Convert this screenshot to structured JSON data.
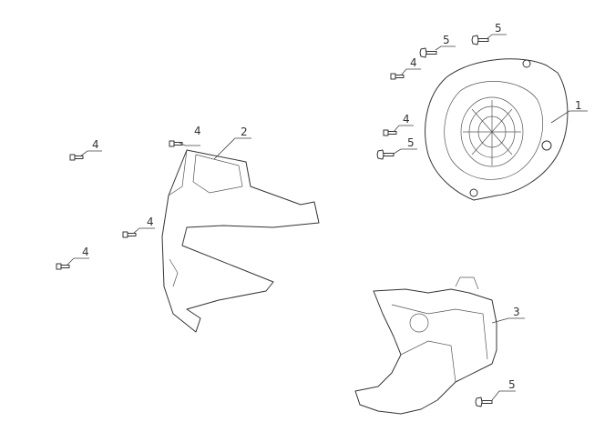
{
  "diagram": {
    "callouts": [
      {
        "id": "c1",
        "text": "5"
      },
      {
        "id": "c2",
        "text": "5"
      },
      {
        "id": "c3",
        "text": "4"
      },
      {
        "id": "c4",
        "text": "1"
      },
      {
        "id": "c5",
        "text": "4"
      },
      {
        "id": "c6",
        "text": "5"
      },
      {
        "id": "c7",
        "text": "4"
      },
      {
        "id": "c8",
        "text": "4"
      },
      {
        "id": "c9",
        "text": "2"
      },
      {
        "id": "c10",
        "text": "4"
      },
      {
        "id": "c11",
        "text": "4"
      },
      {
        "id": "c12",
        "text": "3"
      },
      {
        "id": "c13",
        "text": "5"
      }
    ]
  }
}
